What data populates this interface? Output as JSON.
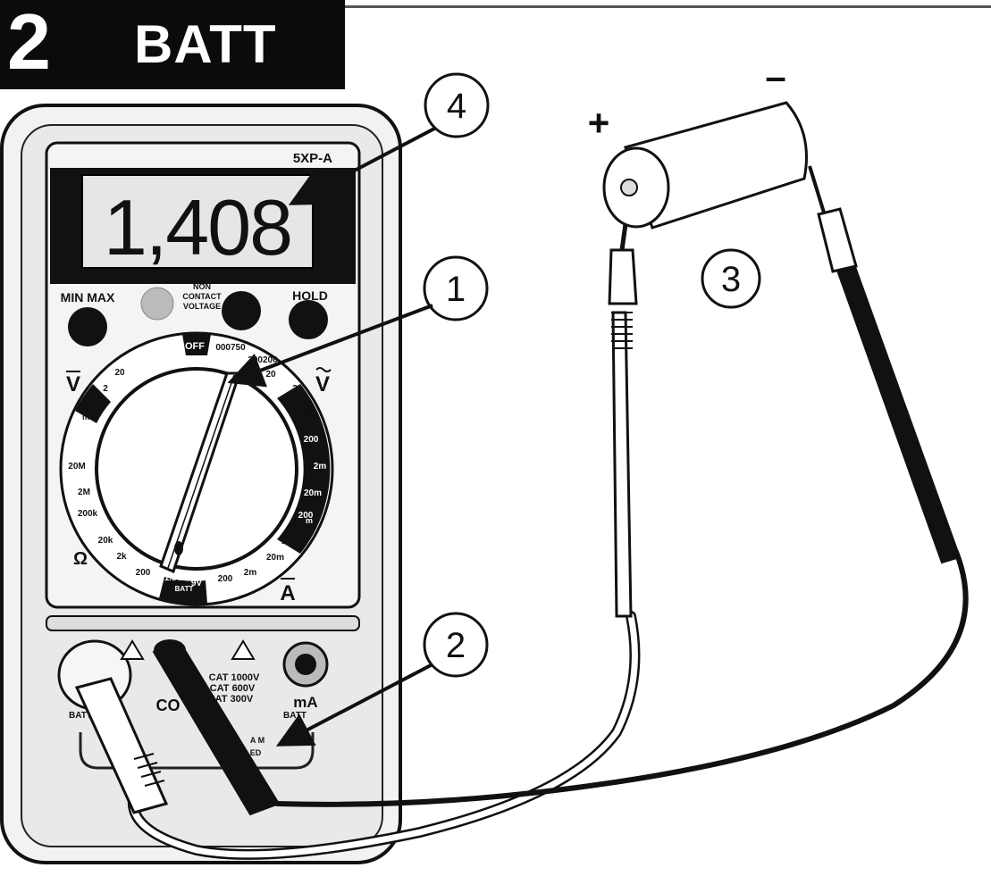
{
  "header": {
    "step_number": "2",
    "mode_label": "BATT"
  },
  "meter": {
    "model": "5XP-A",
    "display_reading": "1,408",
    "buttons": {
      "min_max": "MIN MAX",
      "hold": "HOLD",
      "ncv": [
        "NON",
        "CONTACT",
        "VOLTAGE"
      ]
    },
    "dial": {
      "off": "OFF",
      "labels": [
        "000750",
        "200200",
        "20",
        "2",
        "200",
        "200",
        "2m",
        "20m",
        "200",
        "200m",
        "20m",
        "2m",
        "200",
        "9V",
        "1.5V",
        "BATT",
        "200",
        "2k",
        "20k",
        "200k",
        "2M",
        "20M",
        "200",
        "20",
        "2"
      ],
      "sym_vdc": "V",
      "sym_vac": "V",
      "sym_ohm": "Ω",
      "sym_adc": "A",
      "small_m1": "m",
      "small_m2": "m",
      "small_m3": "m"
    },
    "jacks": {
      "left": "BATT",
      "com": "CO",
      "cat": [
        "CAT 1000V",
        "CAT 600V",
        "CAT 300V"
      ],
      "ma": "mA",
      "ma_sub": "BATT",
      "fused": [
        "A M",
        "ED"
      ]
    }
  },
  "battery": {
    "plus": "+",
    "minus": "–"
  },
  "callouts": [
    "1",
    "2",
    "3",
    "4"
  ]
}
